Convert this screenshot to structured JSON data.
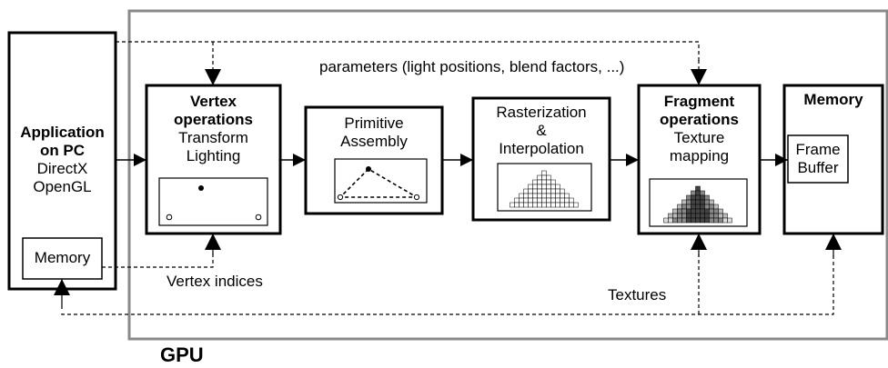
{
  "gpu_label": "GPU",
  "parameters_label": "parameters (light positions, blend factors, ...)",
  "vertex_indices_label": "Vertex indices",
  "textures_label": "Textures",
  "application": {
    "title_line1": "Application",
    "title_line2": "on PC",
    "line3": "DirectX",
    "line4": "OpenGL",
    "memory_label": "Memory"
  },
  "vertex_ops": {
    "title_line1": "Vertex",
    "title_line2": "operations",
    "line3": "Transform",
    "line4": "Lighting"
  },
  "primitive": {
    "line1": "Primitive",
    "line2": "Assembly"
  },
  "raster": {
    "line1": "Rasterization",
    "line2": "&",
    "line3": "Interpolation"
  },
  "fragment": {
    "title_line1": "Fragment",
    "title_line2": "operations",
    "line3": "Texture",
    "line4": "mapping"
  },
  "memory": {
    "title": "Memory",
    "fb_line1": "Frame",
    "fb_line2": "Buffer"
  }
}
